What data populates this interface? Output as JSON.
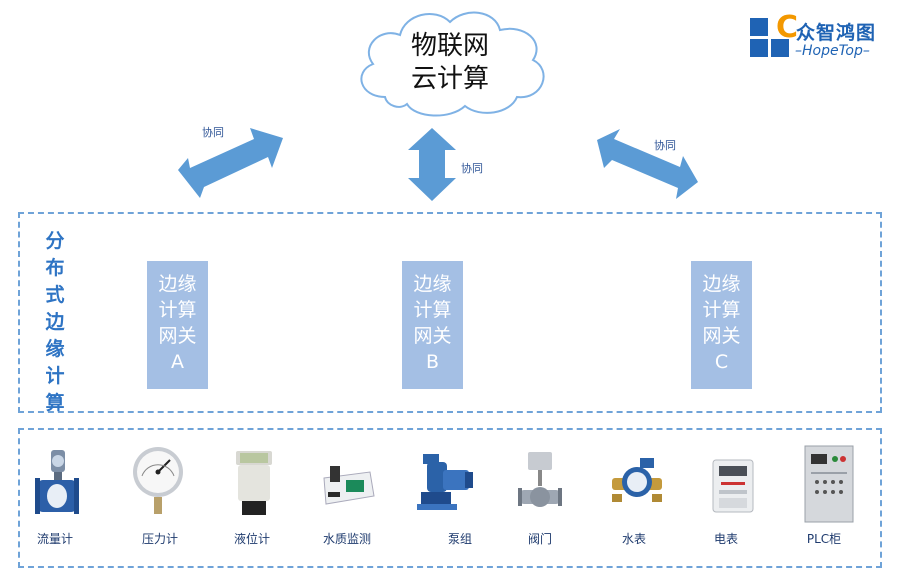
{
  "cloud": {
    "text": "物联网\n云计算"
  },
  "logo": {
    "name": "众智鸿图",
    "subtitle": "–HopeTop–",
    "colors": {
      "primary": "#1f63b4",
      "accent": "#f39800"
    }
  },
  "arrows": {
    "left_label": "协同",
    "center_label": "协同",
    "right_label": "协同",
    "color": "#5b9bd5"
  },
  "edge_section": {
    "title_chars": [
      "分",
      "布",
      "式",
      "边",
      "缘",
      "计",
      "算"
    ],
    "gateways": [
      {
        "text": "边缘\n计算\n网关\nA"
      },
      {
        "text": "边缘\n计算\n网关\nB"
      },
      {
        "text": "边缘\n计算\n网关\nC"
      }
    ]
  },
  "devices": [
    {
      "label": "流量计",
      "icon": "flowmeter-icon"
    },
    {
      "label": "压力计",
      "icon": "pressure-gauge-icon"
    },
    {
      "label": "液位计",
      "icon": "level-meter-icon"
    },
    {
      "label": "水质监测",
      "icon": "water-quality-monitor-icon"
    },
    {
      "label": "泵组",
      "icon": "pump-icon"
    },
    {
      "label": "阀门",
      "icon": "valve-icon"
    },
    {
      "label": "水表",
      "icon": "water-meter-icon"
    },
    {
      "label": "电表",
      "icon": "electric-meter-icon"
    },
    {
      "label": "PLC柜",
      "icon": "plc-cabinet-icon"
    }
  ]
}
